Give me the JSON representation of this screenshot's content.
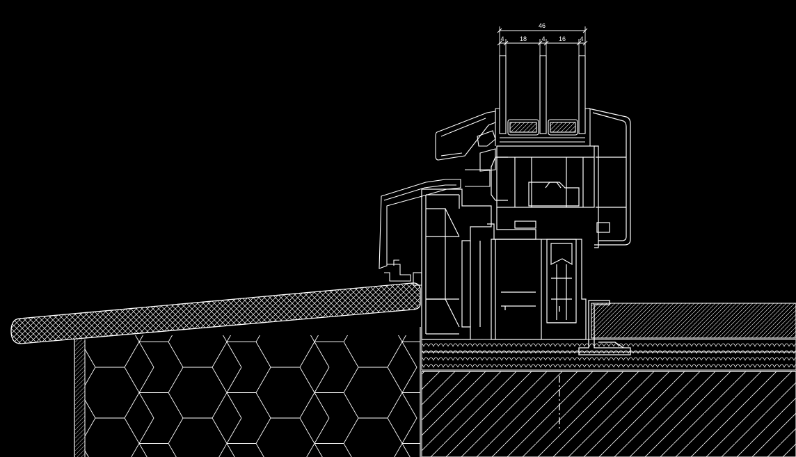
{
  "colors": {
    "background": "#000000",
    "line": "#ffffff"
  },
  "dimensions": {
    "overall": "46",
    "segments": [
      "4",
      "18",
      "4",
      "16",
      "4"
    ]
  }
}
